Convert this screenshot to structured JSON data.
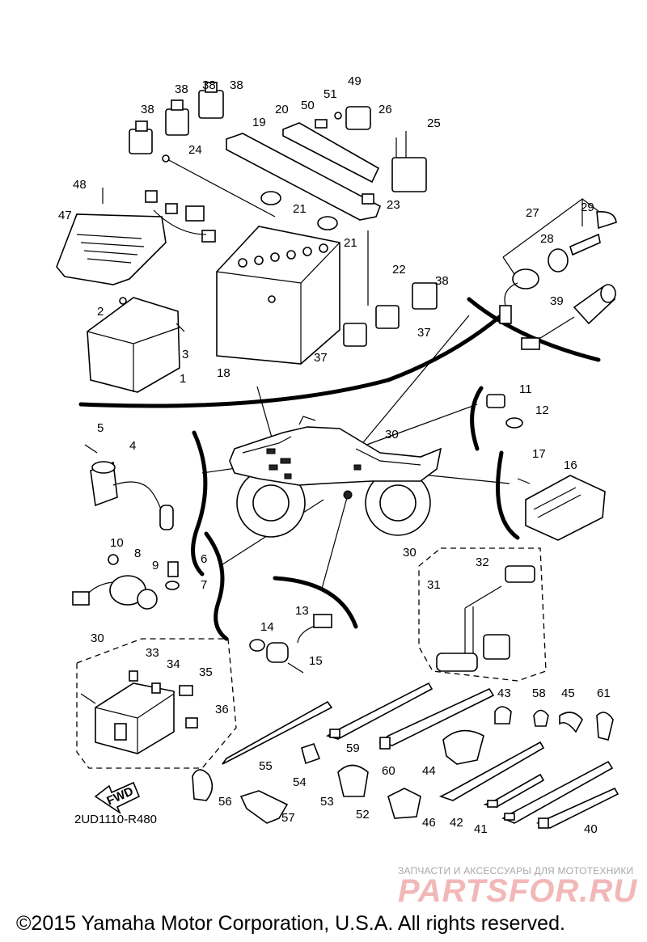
{
  "diagram": {
    "callouts": [
      "1",
      "2",
      "3",
      "4",
      "5",
      "6",
      "7",
      "8",
      "9",
      "10",
      "11",
      "12",
      "13",
      "14",
      "15",
      "16",
      "17",
      "18",
      "19",
      "20",
      "21",
      "21",
      "22",
      "23",
      "24",
      "25",
      "26",
      "27",
      "28",
      "29",
      "30",
      "30",
      "30",
      "31",
      "32",
      "33",
      "34",
      "35",
      "36",
      "37",
      "37",
      "38",
      "38",
      "38",
      "38",
      "38",
      "39",
      "40",
      "41",
      "42",
      "43",
      "44",
      "45",
      "46",
      "47",
      "48",
      "49",
      "50",
      "51",
      "52",
      "53",
      "54",
      "55",
      "56",
      "57",
      "58",
      "59",
      "60",
      "61"
    ],
    "fwd_label": "FWD",
    "diagram_code": "2UD1110-R480"
  },
  "watermark": {
    "tagline": "ЗАПЧАСТИ И АКСЕССУАРЫ ДЛЯ МОТОТЕХНИКИ",
    "brand": "PARTSFOR.RU"
  },
  "footer": {
    "copyright": "©2015 Yamaha Motor Corporation, U.S.A. All rights reserved."
  }
}
